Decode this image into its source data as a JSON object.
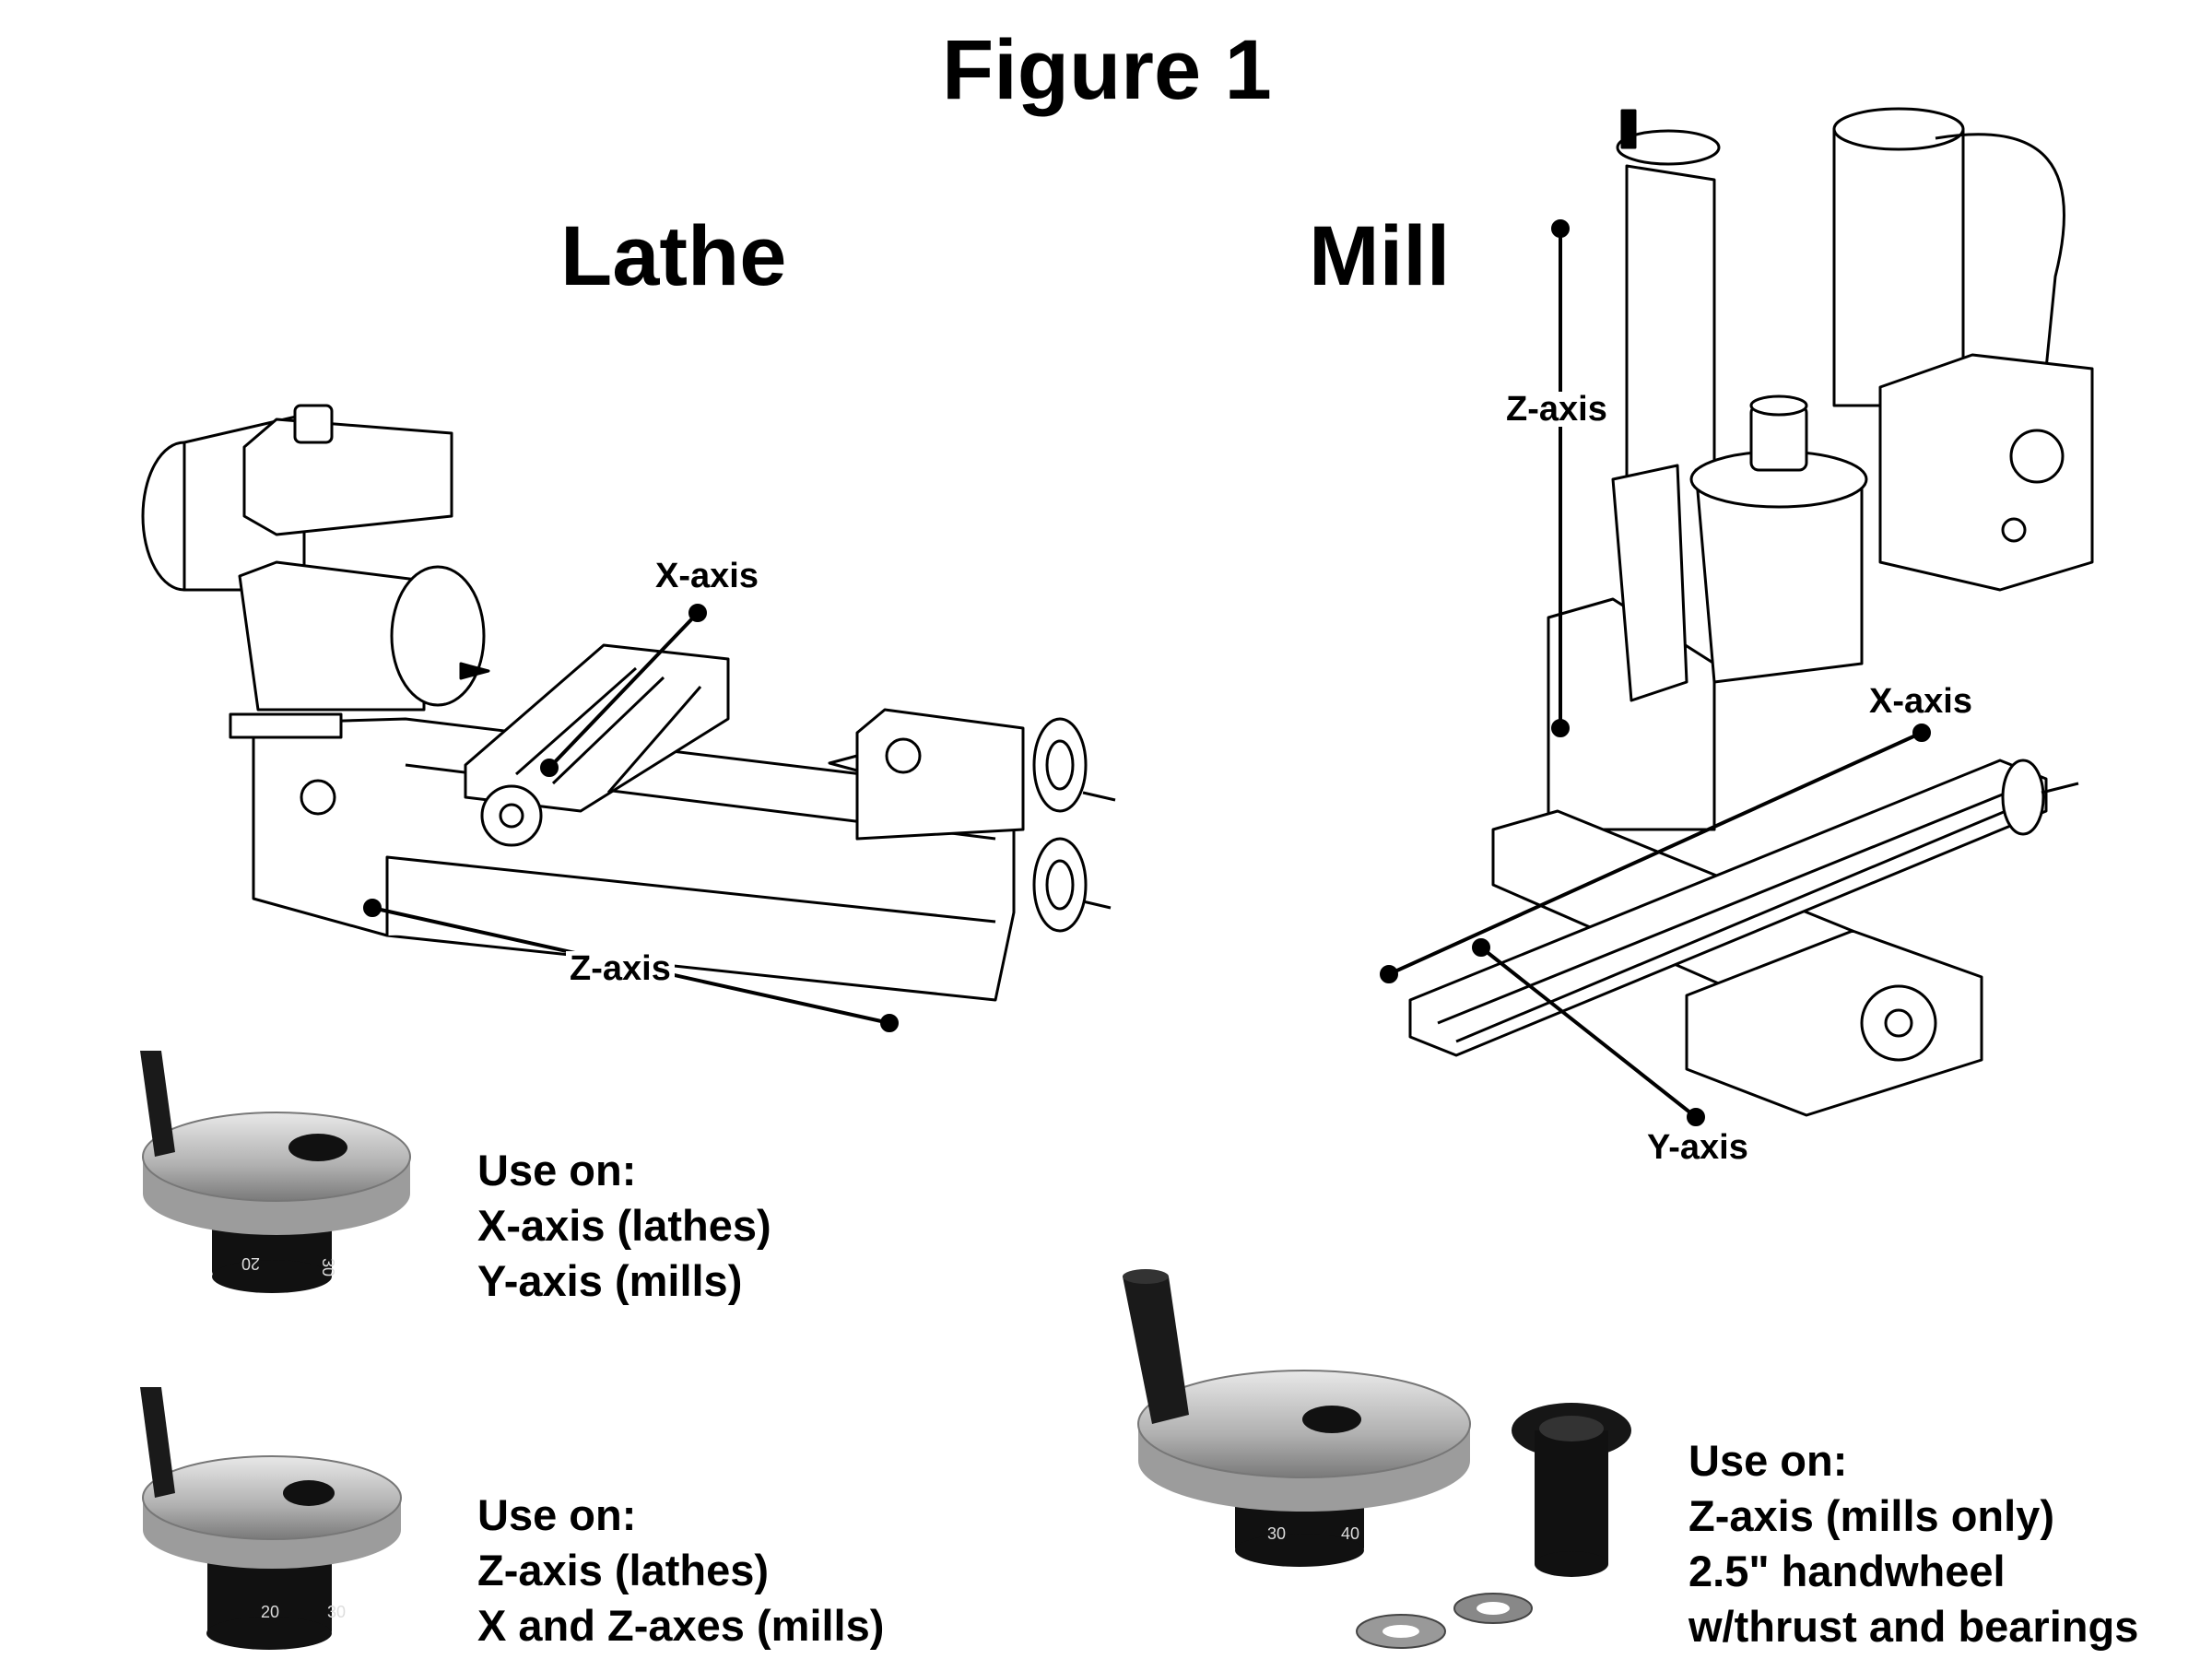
{
  "figure": {
    "title": "Figure 1"
  },
  "lathe": {
    "heading": "Lathe",
    "x_axis_label": "X-axis",
    "z_axis_label": "Z-axis"
  },
  "mill": {
    "heading": "Mill",
    "z_axis_label": "Z-axis",
    "x_axis_label": "X-axis",
    "y_axis_label": "Y-axis"
  },
  "handwheels": [
    {
      "heading": "Use on:",
      "lines": [
        "X-axis (lathes)",
        "Y-axis (mills)"
      ],
      "dial_marks": [
        "20",
        "30"
      ]
    },
    {
      "heading": "Use on:",
      "lines": [
        "Z-axis (lathes)",
        "X and Z-axes (mills)"
      ],
      "dial_marks": [
        "20",
        "30"
      ]
    },
    {
      "heading": "Use on:",
      "lines": [
        "Z-axis (mills only)",
        "2.5\" handwheel",
        "w/thrust and bearings"
      ],
      "dial_marks": [
        "30",
        "40"
      ]
    }
  ]
}
